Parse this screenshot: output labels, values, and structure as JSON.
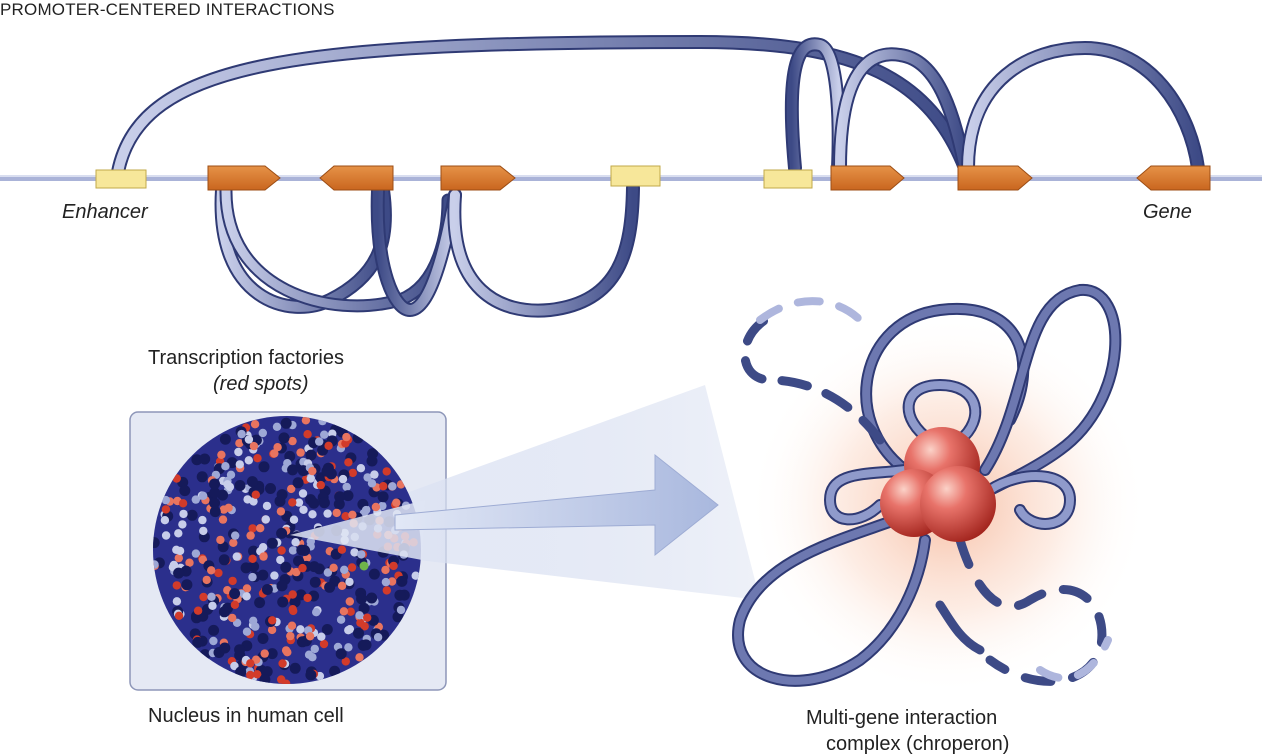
{
  "title": "PROMOTER-CENTERED INTERACTIONS",
  "labels": {
    "enhancer": "Enhancer",
    "gene": "Gene",
    "factories_line1": "Transcription factories",
    "factories_line2": "(red spots)",
    "nucleus": "Nucleus in human cell",
    "complex_line1": "Multi-gene interaction",
    "complex_line2": "complex (chroperon)"
  },
  "colors": {
    "chromatin_dark": "#3d4a86",
    "chromatin_light": "#aeb6dd",
    "gene_orange": "#d87b2f",
    "enhancer_yellow": "#f7e79a",
    "nucleus_bg": "#2b2f8c",
    "factory_red": "#d23b2a",
    "panel_bg": "#e5e9f4"
  }
}
